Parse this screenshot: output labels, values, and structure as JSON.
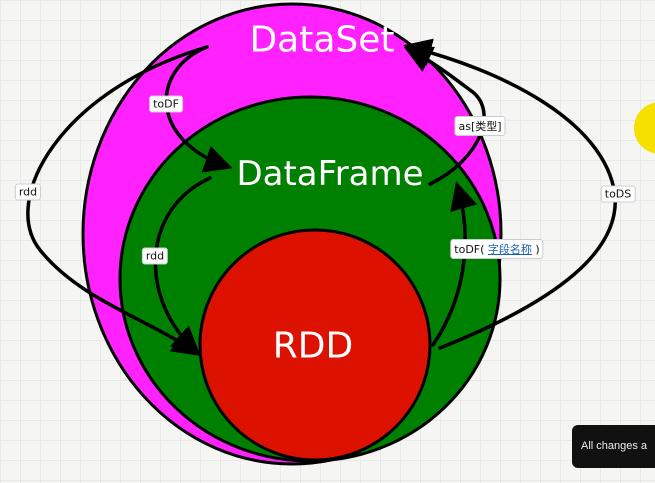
{
  "nodes": {
    "dataset": "DataSet",
    "dataframe": "DataFrame",
    "rdd": "RDD"
  },
  "edges": {
    "dataset_to_dataframe": "toDF",
    "dataframe_to_rdd": "rdd",
    "dataset_to_rdd": "rdd",
    "dataframe_to_dataset": "as[类型]",
    "rdd_to_dataframe_prefix": "toDF(",
    "rdd_to_dataframe_link": "字段名称",
    "rdd_to_dataframe_suffix": ")",
    "rdd_to_dataset": "toDS"
  },
  "toast": "All changes a",
  "colors": {
    "dataset": "#ff22ff",
    "dataframe": "#008000",
    "rdd": "#dd1100",
    "accent": "#f5e000"
  }
}
